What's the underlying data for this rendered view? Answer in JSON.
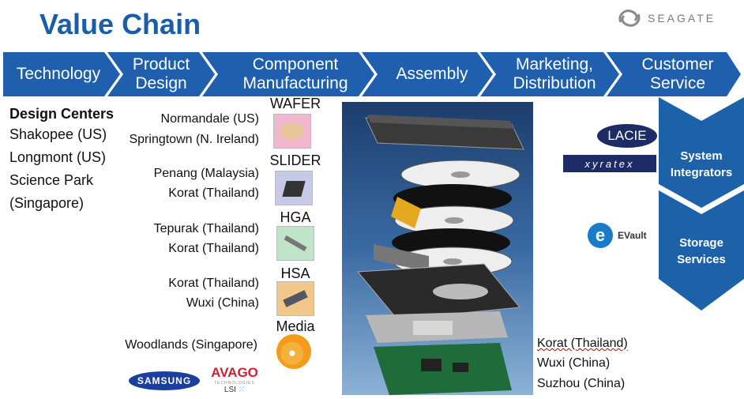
{
  "title": "Value Chain",
  "brand": "SEAGATE",
  "chevrons": [
    {
      "label": "Technology"
    },
    {
      "label": "Product Design"
    },
    {
      "label": "Component Manufacturing"
    },
    {
      "label": "Assembly"
    },
    {
      "label": "Marketing, Distribution"
    },
    {
      "label": "Customer Service"
    }
  ],
  "design_centers": {
    "heading": "Design Centers",
    "lines": [
      "Shakopee (US)",
      "Longmont (US)",
      "Science Park",
      "(Singapore)"
    ]
  },
  "components": [
    {
      "name": "WAFER",
      "locations": [
        "Normandale (US)",
        "Springtown (N. Ireland)"
      ]
    },
    {
      "name": "SLIDER",
      "locations": [
        "Penang (Malaysia)",
        "Korat (Thailand)"
      ]
    },
    {
      "name": "HGA",
      "locations": [
        "Tepurak (Thailand)",
        "Korat (Thailand)"
      ]
    },
    {
      "name": "HSA",
      "locations": [
        "Korat (Thailand)",
        "Wuxi (China)"
      ]
    },
    {
      "name": "Media",
      "locations": [
        "Woodlands (Singapore)"
      ]
    }
  ],
  "suppliers": {
    "samsung": "SAMSUNG",
    "avago": "AVAGO",
    "avago_sub": "TECHNOLOGIES",
    "lsi": "LSI"
  },
  "assembly_locations": [
    "Korat (Thailand)",
    "Wuxi (China)",
    "Suzhou (China)"
  ],
  "partners": {
    "lacie": "LACIE",
    "xyratex": "xyratex",
    "evault": "EVault"
  },
  "service_blocks": [
    {
      "label": "System Integrators"
    },
    {
      "label": "Storage Services"
    }
  ],
  "colors": {
    "chevron": "#1f5fae",
    "title": "#1a5da8",
    "service": "#1d61a9"
  }
}
